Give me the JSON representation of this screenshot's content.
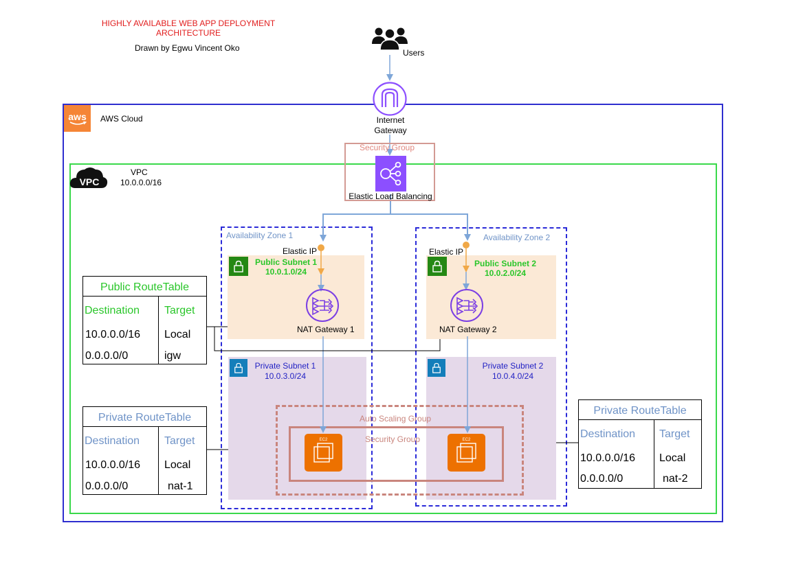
{
  "header": {
    "title_line1": "HIGHLY AVAILABLE WEB APP DEPLOYMENT",
    "title_line2": "ARCHITECTURE",
    "author": "Drawn by Egwu Vincent Oko"
  },
  "users_label": "Users",
  "internet_gateway": {
    "line1": "Internet",
    "line2": "Gateway"
  },
  "aws_cloud": {
    "label": "AWS Cloud",
    "logo_text": "aws"
  },
  "vpc": {
    "label": "VPC",
    "cidr": "10.0.0.0/16",
    "logo_text": "VPC"
  },
  "elb": {
    "security_group": "Security Group",
    "label": "Elastic Load Balancing"
  },
  "availability_zones": [
    {
      "label": "Availability Zone 1",
      "elastic_ip": "Elastic IP",
      "public_subnet": {
        "name": "Public Subnet 1",
        "cidr": "10.0.1.0/24"
      },
      "nat_gateway": "NAT Gateway 1",
      "private_subnet": {
        "name": "Private Subnet 1",
        "cidr": "10.0.3.0/24"
      }
    },
    {
      "label": "Availability Zone 2",
      "elastic_ip": "Elastic IP",
      "public_subnet": {
        "name": "Public Subnet 2",
        "cidr": "10.0.2.0/24"
      },
      "nat_gateway": "NAT Gateway 2",
      "private_subnet": {
        "name": "Private Subnet 2",
        "cidr": "10.0.4.0/24"
      }
    }
  ],
  "auto_scaling": {
    "label": "Auto Scaling Group",
    "security_group": "Security Group",
    "ec2_label": "EC2"
  },
  "route_tables": {
    "public": {
      "title": "Public RouteTable",
      "headers": [
        "Destination",
        "Target"
      ],
      "rows": [
        [
          "10.0.0.0/16",
          "Local"
        ],
        [
          "0.0.0.0/0",
          "igw"
        ]
      ]
    },
    "private1": {
      "title": "Private RouteTable",
      "headers": [
        "Destination",
        "Target"
      ],
      "rows": [
        [
          "10.0.0.0/16",
          "Local"
        ],
        [
          "0.0.0.0/0",
          "nat-1"
        ]
      ]
    },
    "private2": {
      "title": "Private RouteTable",
      "headers": [
        "Destination",
        "Target"
      ],
      "rows": [
        [
          "10.0.0.0/16",
          "Local"
        ],
        [
          "0.0.0.0/0",
          "nat-2"
        ]
      ]
    }
  },
  "colors": {
    "title_red": "#e11c1c",
    "cloud_border": "#2e2ecf",
    "vpc_border": "#39d94a",
    "az_border": "#2a2ad8",
    "security_group": "#d39a93",
    "purple": "#8c4fff",
    "nat_purple": "#7b3fe4",
    "orange": "#ed7100",
    "public_green": "#2ac62a",
    "private_blue": "#2222c4",
    "light_blue_text": "#6f93c7",
    "arrow_blue": "#7ea6d8",
    "arrow_orange": "#f0a847"
  }
}
